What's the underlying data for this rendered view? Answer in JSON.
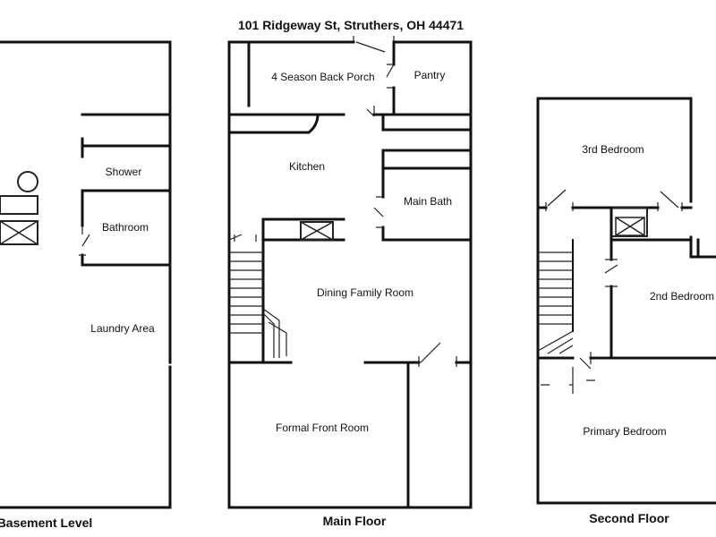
{
  "title": "101 Ridgeway St, Struthers, OH 44471",
  "floors": {
    "basement": {
      "name": "Basement Level",
      "rooms": {
        "shower": "Shower",
        "bathroom": "Bathroom",
        "laundry": "Laundry Area"
      }
    },
    "main": {
      "name": "Main Floor",
      "rooms": {
        "back_porch": "4 Season Back Porch",
        "pantry": "Pantry",
        "kitchen": "Kitchen",
        "main_bath": "Main Bath",
        "dining_family": "Dining Family Room",
        "formal_front": "Formal Front Room"
      }
    },
    "second": {
      "name": "Second Floor",
      "rooms": {
        "bedroom3": "3rd Bedroom",
        "bedroom2": "2nd Bedroom",
        "primary": "Primary Bedroom"
      }
    }
  }
}
